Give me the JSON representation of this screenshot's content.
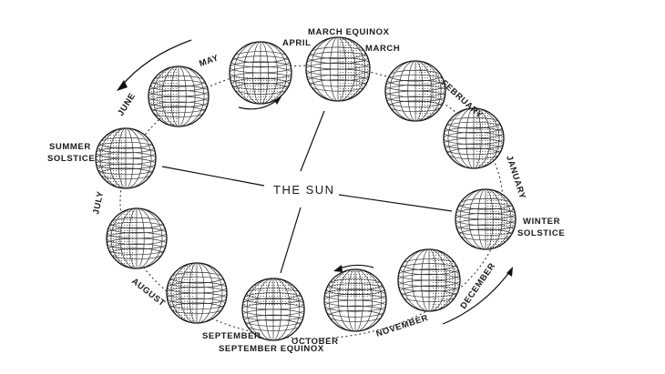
{
  "center_label": "THE SUN",
  "month_labels": {
    "march_equinox": "MARCH EQUINOX",
    "april": "APRIL",
    "march": "MARCH",
    "may": "MAY",
    "february": "FEBRUARY",
    "june": "JUNE",
    "summer_solstice_line1": "SUMMER",
    "summer_solstice_line2": "SOLSTICE",
    "january": "JANUARY",
    "july": "JULY",
    "winter_solstice_line1": "WINTER",
    "winter_solstice_line2": "SOLSTICE",
    "august": "AUGUST",
    "december": "DECEMBER",
    "september": "SEPTEMBER",
    "november": "NOVEMBER",
    "october": "OCTOBER",
    "september_equinox": "SEPTEMBER EQUINOX"
  },
  "globe_names": [
    "summer-solstice-globe",
    "may-june-globe",
    "april-globe",
    "march-equinox-globe",
    "february-globe",
    "january-globe",
    "winter-solstice-globe",
    "december-globe",
    "november-globe",
    "october-globe",
    "september-globe",
    "july-august-globe"
  ]
}
